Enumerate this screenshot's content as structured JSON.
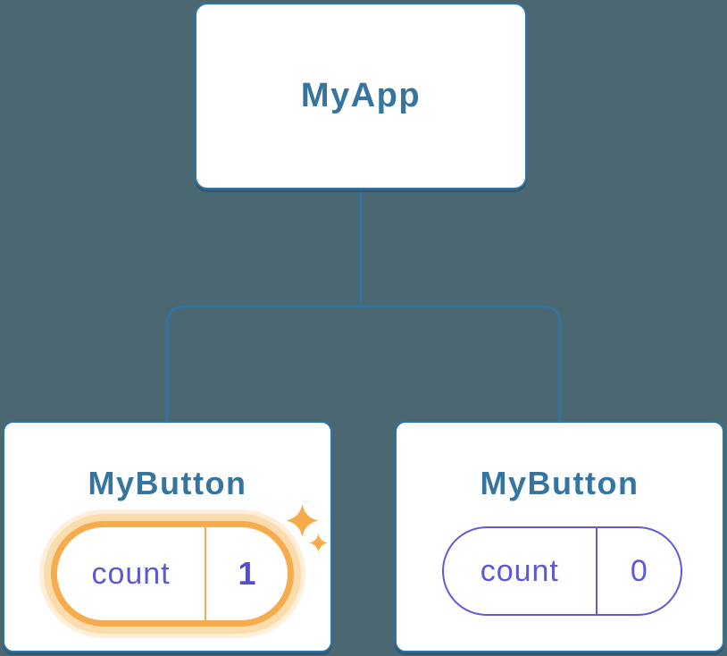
{
  "tree": {
    "root": {
      "label": "MyApp"
    },
    "children": [
      {
        "label": "MyButton",
        "state": {
          "key": "count",
          "value": "1"
        },
        "highlighted": true,
        "decoration": "sparkles-icon"
      },
      {
        "label": "MyButton",
        "state": {
          "key": "count",
          "value": "0"
        },
        "highlighted": false
      }
    ]
  },
  "colors": {
    "background": "#4B6772",
    "connector": "#2E74A6",
    "node_border": "#2E74A6",
    "node_fill": "#FFFFFF",
    "node_label": "#3575A0",
    "state_text": "#5E59D2",
    "state_value_bold": "#554BD4",
    "highlight_border": "#F6AC4E",
    "highlight_glow": "#FBDCAC"
  }
}
